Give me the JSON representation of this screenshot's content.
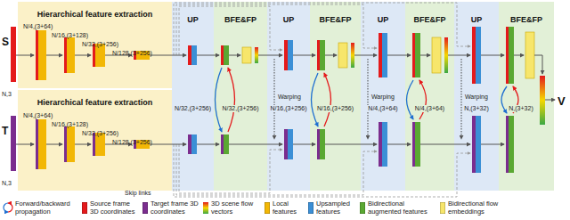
{
  "diagram": {
    "nodes": [
      {
        "text": [
          "Hierarchical feature extraction"
        ]
      },
      {
        "text": [
          "Hierarchical feature extraction"
        ]
      },
      {
        "text": [
          "UP"
        ]
      },
      {
        "text": [
          "BFE&FP"
        ]
      },
      {
        "text": [
          "UP"
        ]
      },
      {
        "text": [
          "BFE&FP"
        ]
      },
      {
        "text": [
          "UP"
        ]
      },
      {
        "text": [
          "BFE&FP"
        ]
      },
      {
        "text": [
          "UP"
        ]
      },
      {
        "text": [
          "BFE&FP"
        ]
      }
    ],
    "labels": [
      "S",
      "T",
      "N,3",
      "N/4,(3+64)",
      "N/16,(3+128)",
      "N/32,(3+256)",
      "N/128,(3+256)",
      "N,3",
      "N/4,(3+64)",
      "N/16,(3+128)",
      "N/32,(3+256)",
      "N/128,(3+256)",
      "N/32,(3+256)",
      "N/32,(3+256)",
      "N/16,(3+256)",
      "N/16,(3+256)",
      "N/4,(3+64)",
      "N/4,(3+64)",
      "N,(3+32)",
      "N,(3+32)",
      "Warping",
      "Warping",
      "Warping",
      "V",
      "Skip links"
    ],
    "legend": [
      {
        "text": "Forward/backward propagation"
      },
      {
        "text": "Source frame 3D coordinates",
        "color": "#e41a1c"
      },
      {
        "text": "Target frame 3D coordinates",
        "color": "#7b2d8e"
      },
      {
        "text": "3D scene flow vectors"
      },
      {
        "text": "Local features",
        "color": "#f2b705"
      },
      {
        "text": "Upsampled features",
        "color": "#3b8fd6"
      },
      {
        "text": "Bidirectional augmented features",
        "color": "#5aa832"
      },
      {
        "text": "Bidirectional flow embeddings",
        "color": "#f7e66b"
      }
    ]
  }
}
